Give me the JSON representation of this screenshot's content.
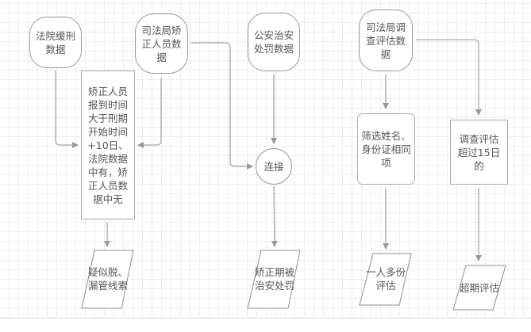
{
  "diagram": {
    "sources": {
      "court_probation": "法院缓刑数据",
      "justice_correction": "司法局矫正人员数据",
      "police_penalty": "公安治安处罚数据",
      "justice_assessment": "司法局调查评估数据"
    },
    "processes": {
      "report_time_check": "矫正人员报到时间大于刑期开始时间+10日、法院数据中有，矫正人员数据中无",
      "join": "连接",
      "filter_same": "筛选姓名、身份证相同项",
      "assessment_overdue": "调查评估超过15日的"
    },
    "outputs": {
      "suspected_escape": "疑似脱、漏管线索",
      "penalized_during_correction": "矫正期被治安处罚",
      "multiple_assessment": "一人多份评估",
      "overdue_assessment": "超期评估"
    }
  }
}
